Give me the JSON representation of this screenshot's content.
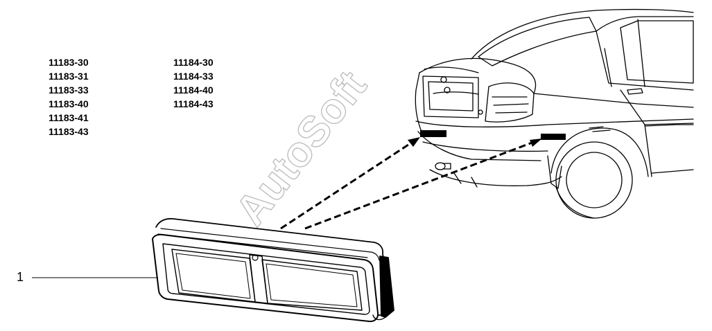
{
  "codes": {
    "left": [
      "11183-30",
      "11183-31",
      "11183-33",
      "11183-40",
      "11183-41",
      "11183-43"
    ],
    "right": [
      "11184-30",
      "11184-33",
      "11184-40",
      "11184-43"
    ]
  },
  "callout": {
    "label": "1"
  },
  "watermark": {
    "text": "AutoSoft"
  }
}
